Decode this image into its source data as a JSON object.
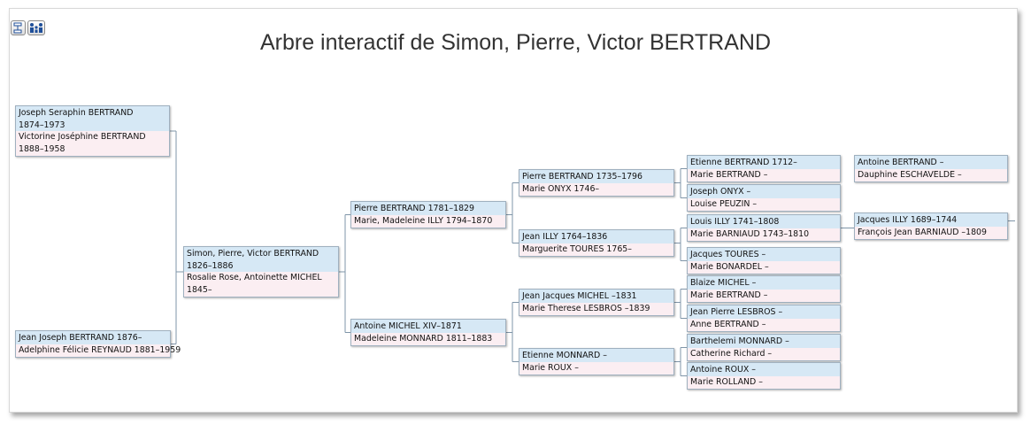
{
  "title": "Arbre interactif de Simon, Pierre, Victor BERTRAND",
  "toolbar": {
    "icons": [
      "tree-layout-icon",
      "family-icon"
    ]
  },
  "colors": {
    "male_bg": "#d6e8f5",
    "female_bg": "#fbeef2",
    "line": "#7f95a8"
  },
  "boxes": {
    "child1": {
      "m": [
        "Joseph Seraphin BERTRAND",
        "1874–1973"
      ],
      "f": [
        "Victorine Joséphine BERTRAND",
        "1888–1958"
      ]
    },
    "child2": {
      "m": [
        "Jean Joseph BERTRAND 1876–"
      ],
      "f": [
        "Adelphine Félicie REYNAUD 1881–1959"
      ]
    },
    "root": {
      "m": [
        "Simon, Pierre, Victor BERTRAND",
        "1826–1886"
      ],
      "f": [
        "Rosalie Rose, Antoinette MICHEL",
        "1845–"
      ]
    },
    "p1": {
      "m": [
        "Pierre BERTRAND 1781–1829"
      ],
      "f": [
        "Marie, Madeleine ILLY 1794–1870"
      ]
    },
    "p2": {
      "m": [
        "Antoine MICHEL XIV–1871"
      ],
      "f": [
        "Madeleine MONNARD 1811–1883"
      ]
    },
    "g1": {
      "m": [
        "Pierre BERTRAND 1735–1796"
      ],
      "f": [
        "Marie ONYX 1746–"
      ]
    },
    "g2": {
      "m": [
        "Jean ILLY 1764–1836"
      ],
      "f": [
        "Marguerite TOURES 1765–"
      ]
    },
    "g3": {
      "m": [
        "Jean Jacques MICHEL –1831"
      ],
      "f": [
        "Marie Therese LESBROS –1839"
      ]
    },
    "g4": {
      "m": [
        "Etienne MONNARD –"
      ],
      "f": [
        "Marie ROUX –"
      ]
    },
    "h1": {
      "m": [
        "Etienne BERTRAND 1712–"
      ],
      "f": [
        "Marie BERTRAND –"
      ]
    },
    "h2": {
      "m": [
        "Joseph ONYX –"
      ],
      "f": [
        "Louise PEUZIN –"
      ]
    },
    "h3": {
      "m": [
        "Louis ILLY 1741–1808"
      ],
      "f": [
        "Marie BARNIAUD 1743–1810"
      ]
    },
    "h4": {
      "m": [
        "Jacques TOURES –"
      ],
      "f": [
        "Marie BONARDEL –"
      ]
    },
    "h5": {
      "m": [
        "Blaize MICHEL –"
      ],
      "f": [
        "Marie BERTRAND –"
      ]
    },
    "h6": {
      "m": [
        "Jean Pierre LESBROS –"
      ],
      "f": [
        "Anne BERTRAND –"
      ]
    },
    "h7": {
      "m": [
        "Barthelemi MONNARD –"
      ],
      "f": [
        "Catherine Richard –"
      ]
    },
    "h8": {
      "m": [
        "Antoine ROUX –"
      ],
      "f": [
        "Marie ROLLAND –"
      ]
    },
    "i1": {
      "m": [
        "Antoine BERTRAND –"
      ],
      "f": [
        "Dauphine ESCHAVELDE –"
      ]
    },
    "i2": {
      "m": [
        "Jacques ILLY 1689–1744"
      ],
      "f": [
        "François Jean BARNIAUD –1809"
      ]
    }
  }
}
